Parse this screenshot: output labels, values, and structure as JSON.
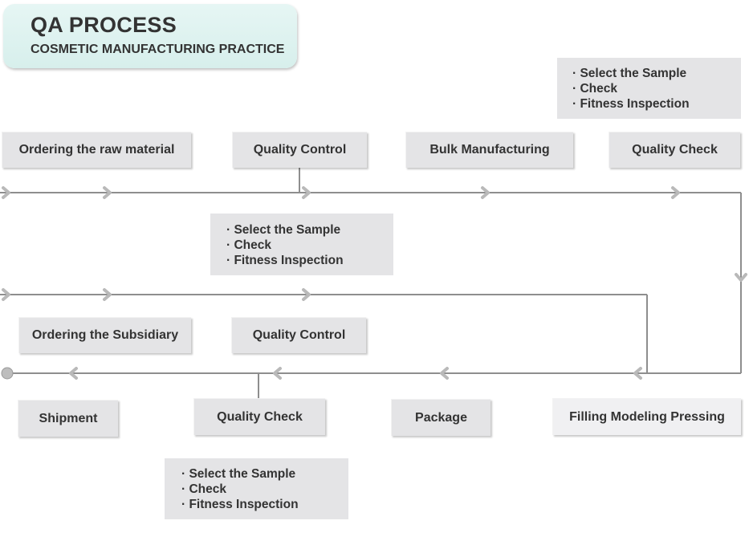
{
  "header": {
    "title": "QA PROCESS",
    "subtitle": "COSMETIC MANUFACTURING PRACTICE"
  },
  "row1": {
    "ordering_raw": "Ordering the raw material",
    "quality_control": "Quality Control",
    "bulk_manufacturing": "Bulk Manufacturing",
    "quality_check": "Quality Check"
  },
  "row2": {
    "ordering_subsidiary": "Ordering the Subsidiary",
    "quality_control": "Quality Control"
  },
  "row3": {
    "shipment": "Shipment",
    "quality_check": "Quality Check",
    "package": "Package",
    "filling": "Filling Modeling Pressing"
  },
  "notes": {
    "top_right": [
      "· Select the Sample",
      "· Check",
      "· Fitness Inspection"
    ],
    "middle": [
      "· Select the Sample",
      "· Check",
      "· Fitness Inspection"
    ],
    "bottom": [
      "· Select the Sample",
      "· Check",
      "· Fitness Inspection"
    ]
  },
  "colors": {
    "title_bg": "#d7efec",
    "box_bg": "#e4e4e6",
    "line": "#8a8a8a",
    "text": "#333333"
  }
}
